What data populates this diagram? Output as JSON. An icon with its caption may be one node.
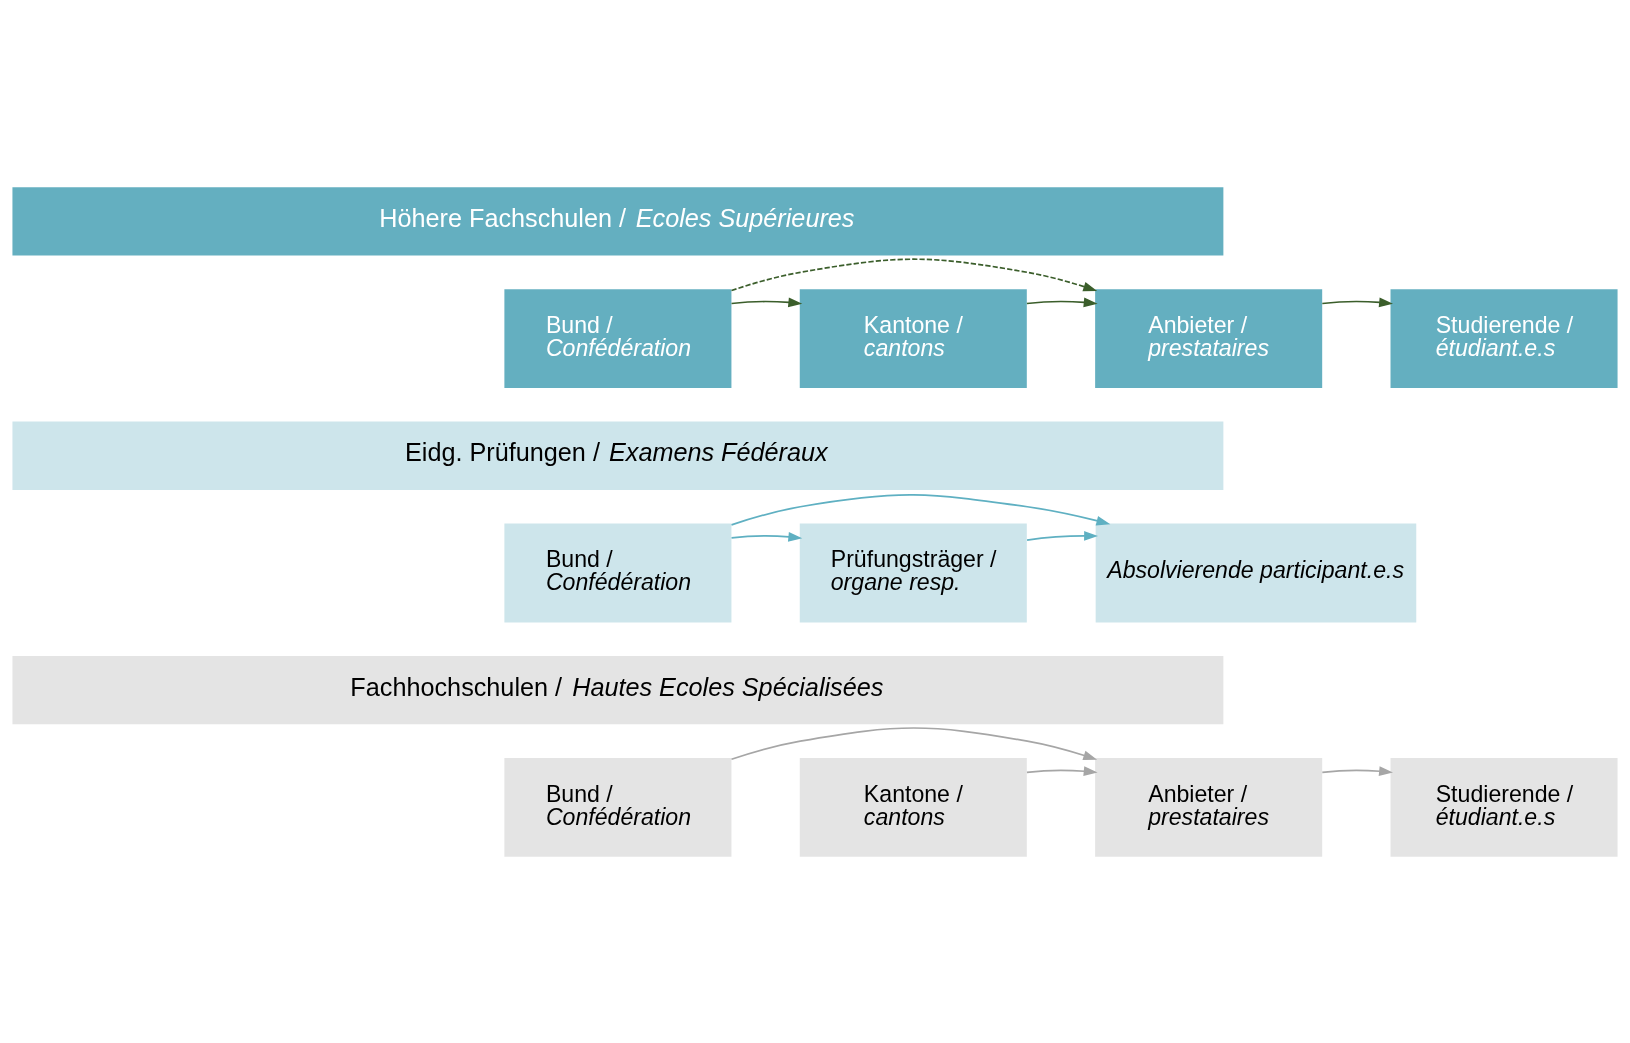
{
  "diagram": {
    "nodes": [
      {
        "text": [
          "Höhere Fachschulen / *Ecoles Supérieures*"
        ]
      },
      {
        "text": [
          "Bund / *Confédération*"
        ]
      },
      {
        "text": [
          "Kantone / *cantons*"
        ]
      },
      {
        "text": [
          "Anbieter / *prestataires*"
        ]
      },
      {
        "text": [
          "Studierende / *étudiant.e.s*"
        ]
      },
      {
        "text": [
          "Eidg. Prüfungen / *Examens Fédéraux*"
        ]
      },
      {
        "text": [
          "Bund / *Confédération*"
        ]
      },
      {
        "text": [
          "Prüfungsträger / *organe resp.*"
        ]
      },
      {
        "text": [
          "*Absolvierende participant.e.s*"
        ]
      },
      {
        "text": [
          "Fachhochschulen / *Hautes Ecoles Spécialisées*"
        ]
      },
      {
        "text": [
          "Bund / *Confédération*"
        ]
      },
      {
        "text": [
          "Kantone / *cantons*"
        ]
      },
      {
        "text": [
          "Anbieter / *prestataires*"
        ]
      },
      {
        "text": [
          "Studierende / *étudiant.e.s*"
        ]
      }
    ],
    "edges": [
      {
        "from": 1,
        "to": 2,
        "arrow": "to",
        "color": "#3b5e2b"
      },
      {
        "from": 2,
        "to": 3,
        "arrow": "to",
        "color": "#3b5e2b"
      },
      {
        "from": 3,
        "to": 4,
        "arrow": "to",
        "color": "#3b5e2b"
      },
      {
        "from": 1,
        "to": 3,
        "arrow": "to",
        "style": "dashed",
        "color": "#3b5e2b"
      },
      {
        "from": 6,
        "to": 7,
        "arrow": "to",
        "color": "#5fb0c2"
      },
      {
        "from": 7,
        "to": 8,
        "arrow": "to",
        "color": "#5fb0c2"
      },
      {
        "from": 6,
        "to": 8,
        "arrow": "to",
        "color": "#5fb0c2"
      },
      {
        "from": 11,
        "to": 12,
        "arrow": "to",
        "color": "#a6a6a6"
      },
      {
        "from": 12,
        "to": 13,
        "arrow": "to",
        "color": "#a6a6a6"
      },
      {
        "from": 10,
        "to": 12,
        "arrow": "to",
        "color": "#a6a6a6"
      }
    ]
  }
}
